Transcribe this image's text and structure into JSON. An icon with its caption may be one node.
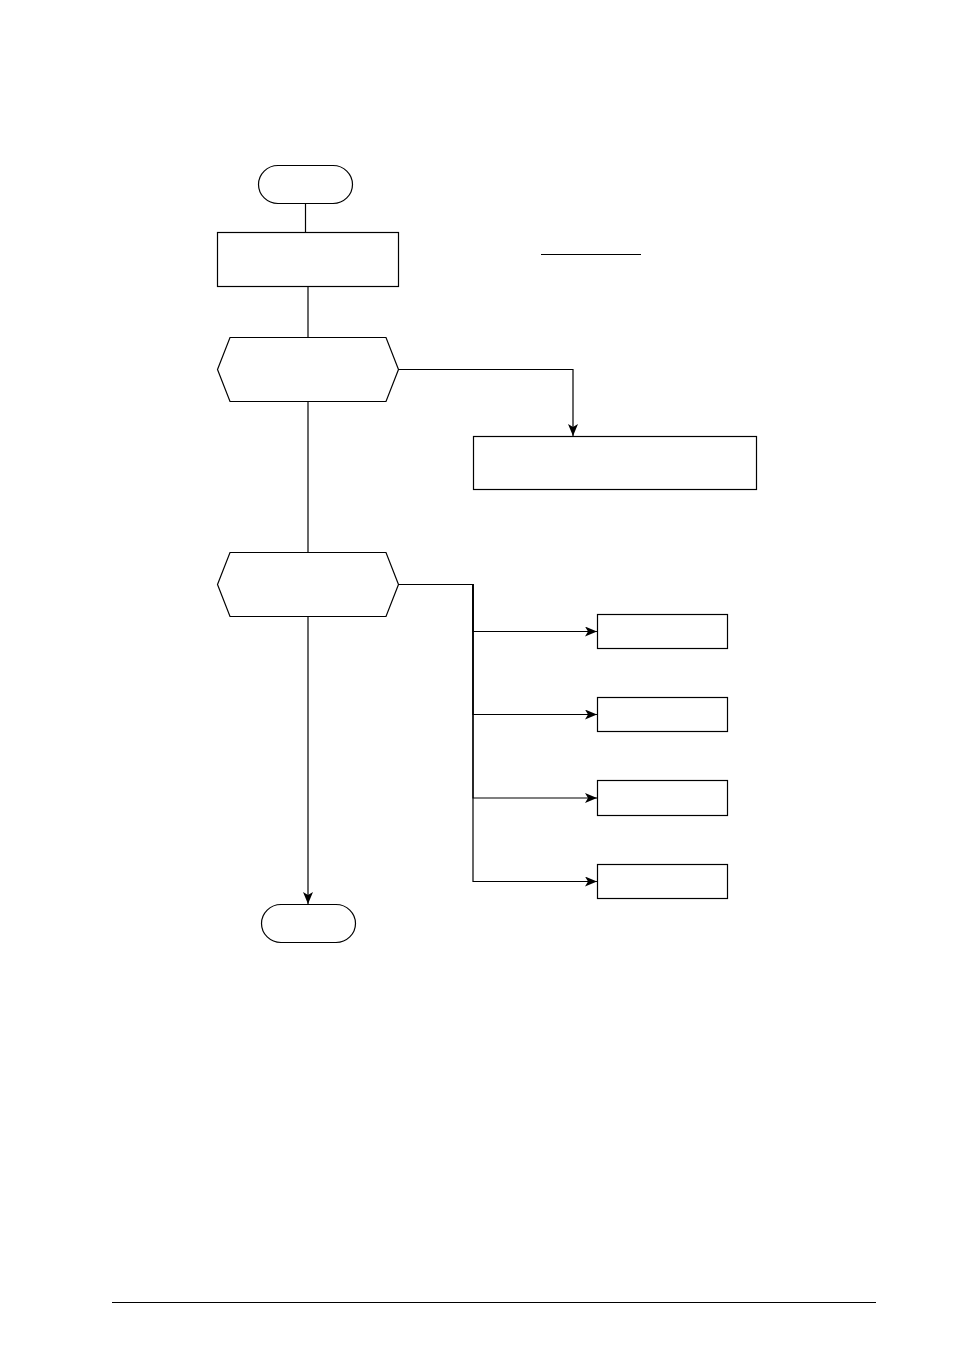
{
  "diagram": {
    "nodes": [
      {
        "text": [],
        "shape": "terminal"
      },
      {
        "text": [],
        "shape": "box"
      },
      {
        "text": [],
        "shape": "hexagon"
      },
      {
        "text": [],
        "shape": "box"
      },
      {
        "text": [],
        "shape": "hexagon"
      },
      {
        "text": [],
        "shape": "box"
      },
      {
        "text": [],
        "shape": "box"
      },
      {
        "text": [],
        "shape": "box"
      },
      {
        "text": [],
        "shape": "box"
      },
      {
        "text": [],
        "shape": "terminal"
      }
    ],
    "edges": [
      {
        "from": 0,
        "to": 1,
        "arrow": "none"
      },
      {
        "from": 1,
        "to": 2,
        "arrow": "none"
      },
      {
        "from": 2,
        "to": 3,
        "arrow": "to"
      },
      {
        "from": 2,
        "to": 4,
        "arrow": "none"
      },
      {
        "from": 4,
        "to": 5,
        "arrow": "to"
      },
      {
        "from": 4,
        "to": 6,
        "arrow": "to"
      },
      {
        "from": 4,
        "to": 7,
        "arrow": "to"
      },
      {
        "from": 4,
        "to": 8,
        "arrow": "to"
      },
      {
        "from": 4,
        "to": 9,
        "arrow": "to"
      }
    ]
  }
}
